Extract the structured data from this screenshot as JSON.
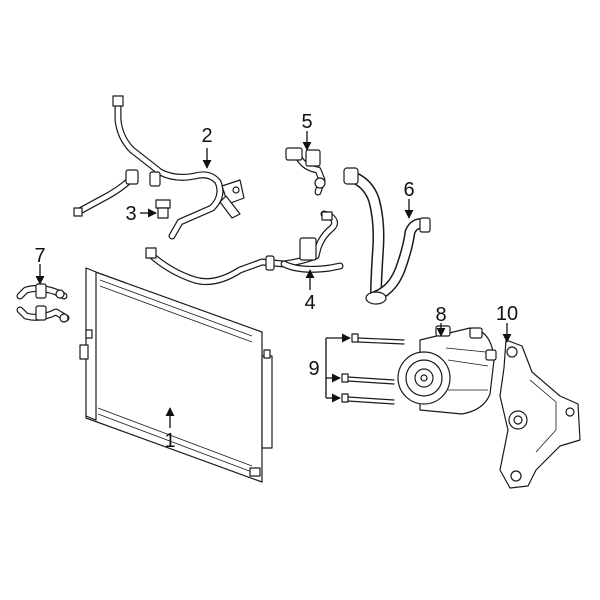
{
  "callouts": {
    "c1": "1",
    "c2": "2",
    "c3": "3",
    "c4": "4",
    "c5": "5",
    "c6": "6",
    "c7": "7",
    "c8": "8",
    "c9": "9",
    "c10": "10"
  },
  "parts": [
    {
      "callout": "1",
      "icon": "condenser-icon"
    },
    {
      "callout": "2",
      "icon": "ac-line-icon"
    },
    {
      "callout": "3",
      "icon": "pressure-switch-icon"
    },
    {
      "callout": "4",
      "icon": "ac-line-icon"
    },
    {
      "callout": "5",
      "icon": "fitting-icon"
    },
    {
      "callout": "6",
      "icon": "hose-icon"
    },
    {
      "callout": "7",
      "icon": "tube-icon"
    },
    {
      "callout": "8",
      "icon": "compressor-icon"
    },
    {
      "callout": "9",
      "icon": "bolt-icon"
    },
    {
      "callout": "10",
      "icon": "bracket-icon"
    }
  ],
  "colors": {
    "line": "#1a1a1a",
    "background": "#ffffff"
  }
}
